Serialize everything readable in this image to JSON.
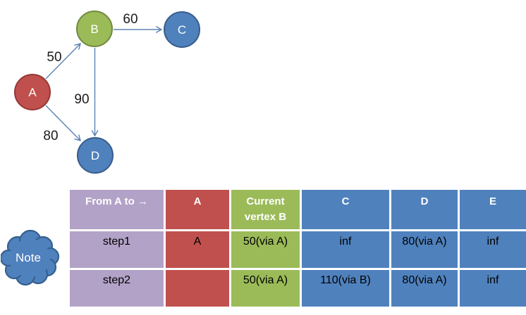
{
  "colors": {
    "accent_blue": "#4f81bd",
    "accent_red": "#c0504d",
    "accent_green": "#9bbb59",
    "accent_lavender": "#b2a2c7",
    "edge_stroke": "#5b83b5",
    "header_text": "#ffffff",
    "body_text": "#000000"
  },
  "graph": {
    "nodes": [
      {
        "id": "A",
        "label": "A",
        "color": "red"
      },
      {
        "id": "B",
        "label": "B",
        "color": "green"
      },
      {
        "id": "C",
        "label": "C",
        "color": "blue"
      },
      {
        "id": "D",
        "label": "D",
        "color": "blue"
      }
    ],
    "edges": [
      {
        "from": "A",
        "to": "B",
        "weight": "50"
      },
      {
        "from": "B",
        "to": "C",
        "weight": "60"
      },
      {
        "from": "B",
        "to": "D",
        "weight": "90"
      },
      {
        "from": "A",
        "to": "D",
        "weight": "80"
      }
    ]
  },
  "note": {
    "label": "Note"
  },
  "table": {
    "header": [
      "From A to →",
      "A",
      "Current vertex B",
      "C",
      "D",
      "E"
    ],
    "rows": [
      {
        "cells": [
          "step1",
          "A",
          "50(via A)",
          "inf",
          "80(via A)",
          "inf"
        ]
      },
      {
        "cells": [
          "step2",
          "",
          "50(via A)",
          "110(via B)",
          "80(via A)",
          "inf"
        ]
      }
    ]
  }
}
